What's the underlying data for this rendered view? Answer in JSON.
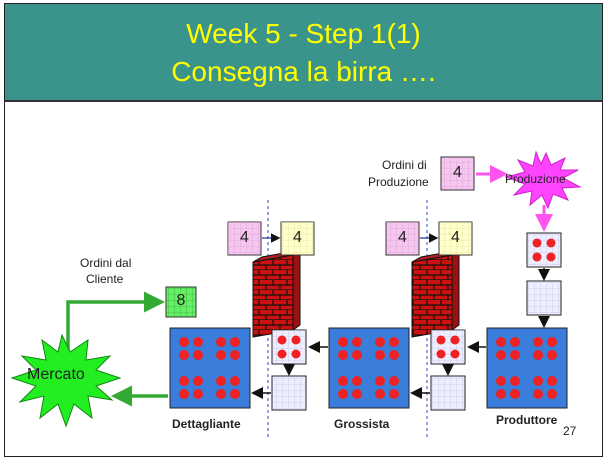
{
  "title": {
    "line1": "Week 5 - Step 1(1)",
    "line2": "Consegna la birra …."
  },
  "labels": {
    "orders_production": [
      "Ordini di",
      "Produzione"
    ],
    "production": "Produzione",
    "customer_orders": [
      "Ordini dal",
      "Cliente"
    ],
    "market": "Mercato",
    "retailer": "Dettagliante",
    "wholesaler": "Grossista",
    "producer": "Produttore",
    "page_number": "27"
  },
  "order_boxes": {
    "production_order": "4",
    "retailer_order_in": "4",
    "retailer_order_out": "4",
    "wholesaler_order_in": "4",
    "wholesaler_order_out": "4",
    "customer_order": "8"
  },
  "colors": {
    "title_band": "#3b948c",
    "title_text": "#ffff00",
    "order_box_pink": "#f5c7ef",
    "order_box_yellow": "#ffffcc",
    "customer_order_box": "#66ee66",
    "warehouse_blue": "#3a7ddb",
    "beer_dot": "#ee2222",
    "shipment_box": "#eeeeff",
    "burst_green": "#22ee22",
    "burst_magenta": "#ff44ff",
    "arrow_green": "#33aa33",
    "arrow_magenta": "#ff55ee"
  }
}
